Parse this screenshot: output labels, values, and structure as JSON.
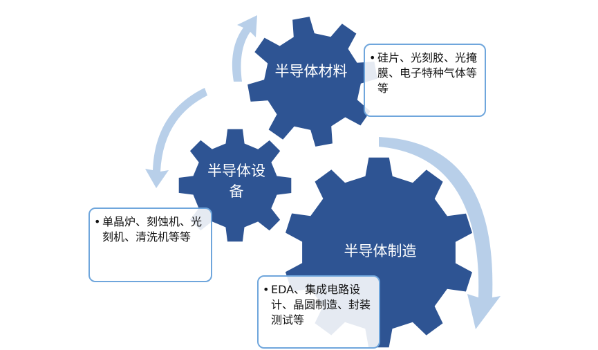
{
  "colors": {
    "gear": "#2e5493",
    "arrow": "#b8cfe9",
    "box_border": "#6fa6dc"
  },
  "gears": [
    {
      "id": "materials",
      "label": "半导体材料"
    },
    {
      "id": "equipment",
      "label": "半导体设备"
    },
    {
      "id": "manufacturing",
      "label": "半导体制造"
    }
  ],
  "boxes": [
    {
      "id": "materials",
      "bullet": "•",
      "text": "硅片、光刻胶、光掩膜、电子特种气体等等"
    },
    {
      "id": "equipment",
      "bullet": "•",
      "text": "单晶炉、刻蚀机、光刻机、清洗机等等"
    },
    {
      "id": "manufacturing",
      "bullet": "•",
      "text": "EDA、集成电路设计、晶圆制造、封装测试等"
    }
  ]
}
